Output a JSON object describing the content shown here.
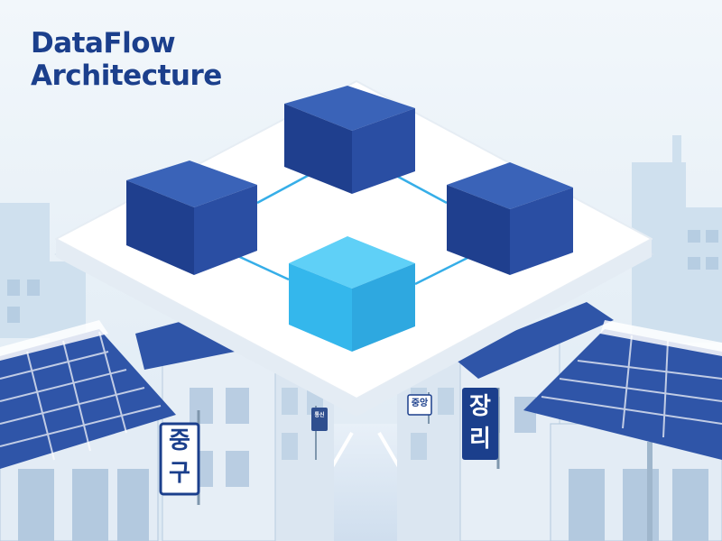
{
  "title": {
    "line1": "DataFlow",
    "line2": "Architecture"
  },
  "signs": {
    "left_big": [
      "중",
      "구"
    ],
    "right_big": [
      "장",
      "리"
    ],
    "small_right": "중앙",
    "small_left": "통신"
  },
  "colors": {
    "sky": "#eaf2f8",
    "title": "#1b3f8c",
    "cube_dark": "#22459a",
    "cube_light": "#36bdf0",
    "connector": "#36aee8",
    "roof": "#2f55a8",
    "wall": "#e6eef6"
  }
}
